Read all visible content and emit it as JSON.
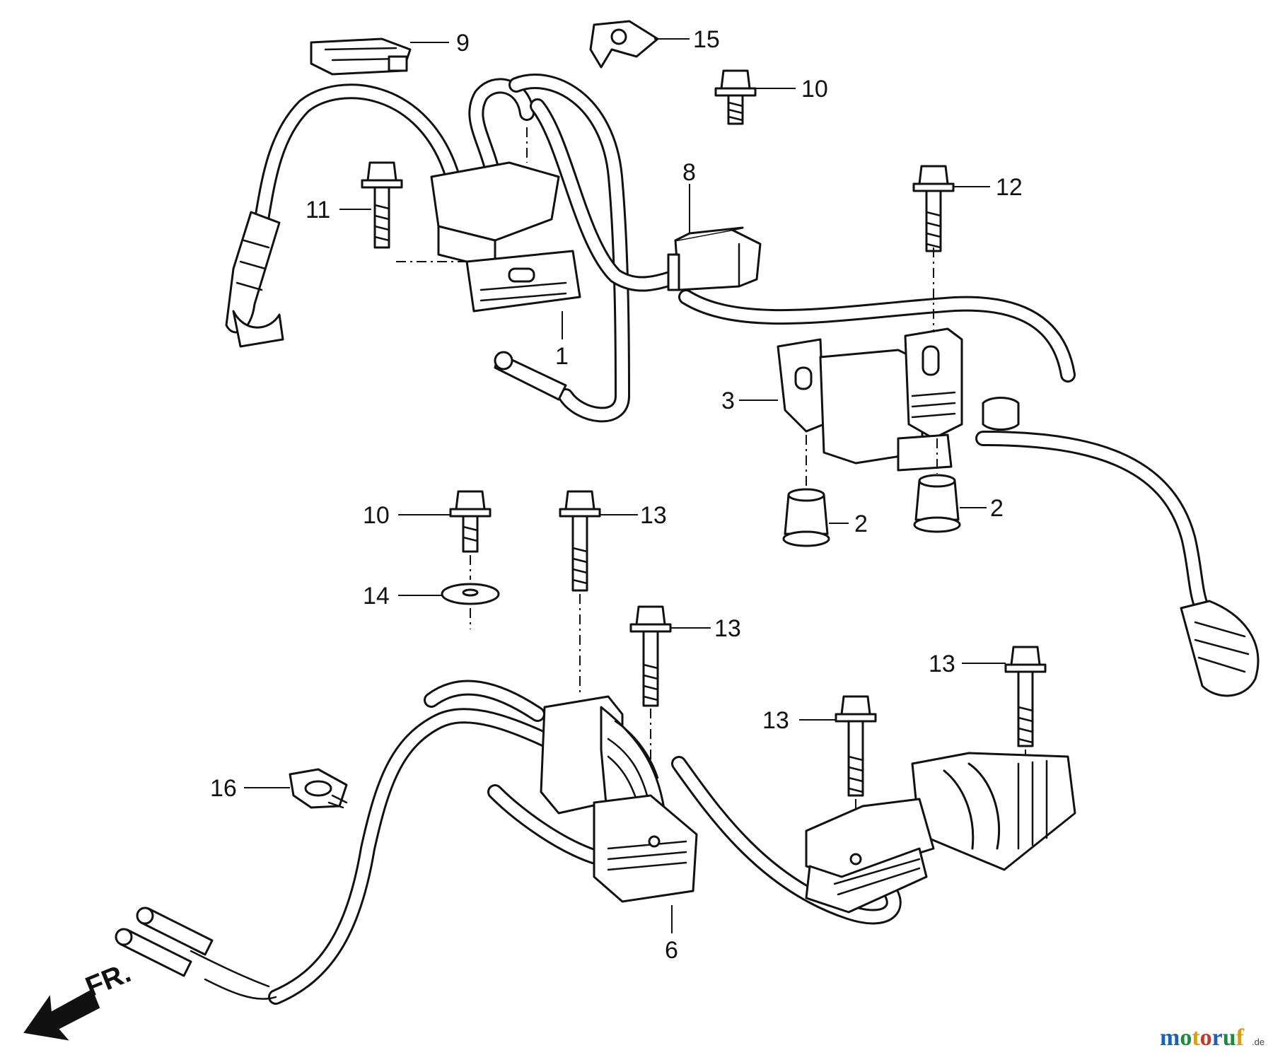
{
  "parts": {
    "p1": "1",
    "p2a": "2",
    "p2b": "2",
    "p3": "3",
    "p6": "6",
    "p8": "8",
    "p9": "9",
    "p10a": "10",
    "p10b": "10",
    "p11": "11",
    "p12": "12",
    "p13a": "13",
    "p13b": "13",
    "p13c": "13",
    "p13d": "13",
    "p14": "14",
    "p15": "15",
    "p16": "16"
  },
  "direction_label": "FR.",
  "watermark": {
    "letters": [
      "m",
      "o",
      "t",
      "o",
      "r",
      "u",
      "f"
    ],
    "colors": [
      "#1f5fb4",
      "#1f8a3a",
      "#d4a017",
      "#c0392b",
      "#1f5fb4",
      "#1f8a3a",
      "#d4a017"
    ],
    "suffix": ".de"
  }
}
